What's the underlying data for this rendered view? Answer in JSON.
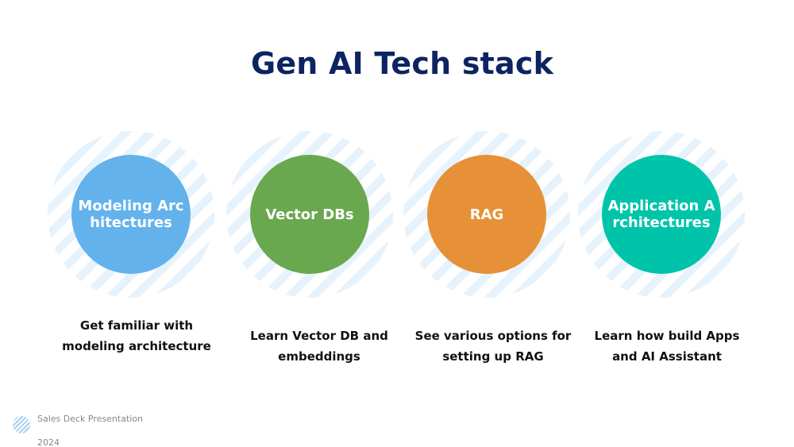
{
  "slide": {
    "title": "Gen AI Tech stack",
    "colors": {
      "title": "#0d2461",
      "halo_stripe": "#e6f2fc"
    }
  },
  "items": [
    {
      "circle_label": "Modeling Architectures",
      "color": "#63b2ec",
      "description": "Get familiar with modeling architecture"
    },
    {
      "circle_label": "Vector DBs",
      "color": "#6aa84f",
      "description": "Learn Vector DB and embeddings"
    },
    {
      "circle_label": "RAG",
      "color": "#e69138",
      "description": "See various options for setting up RAG"
    },
    {
      "circle_label": "Application Architectures",
      "color": "#00c4aa",
      "description": "Learn how build Apps and AI Assistant"
    }
  ],
  "footer": {
    "line1": "Sales Deck Presentation",
    "line2": "2024",
    "icon": "striped-circle-icon"
  }
}
